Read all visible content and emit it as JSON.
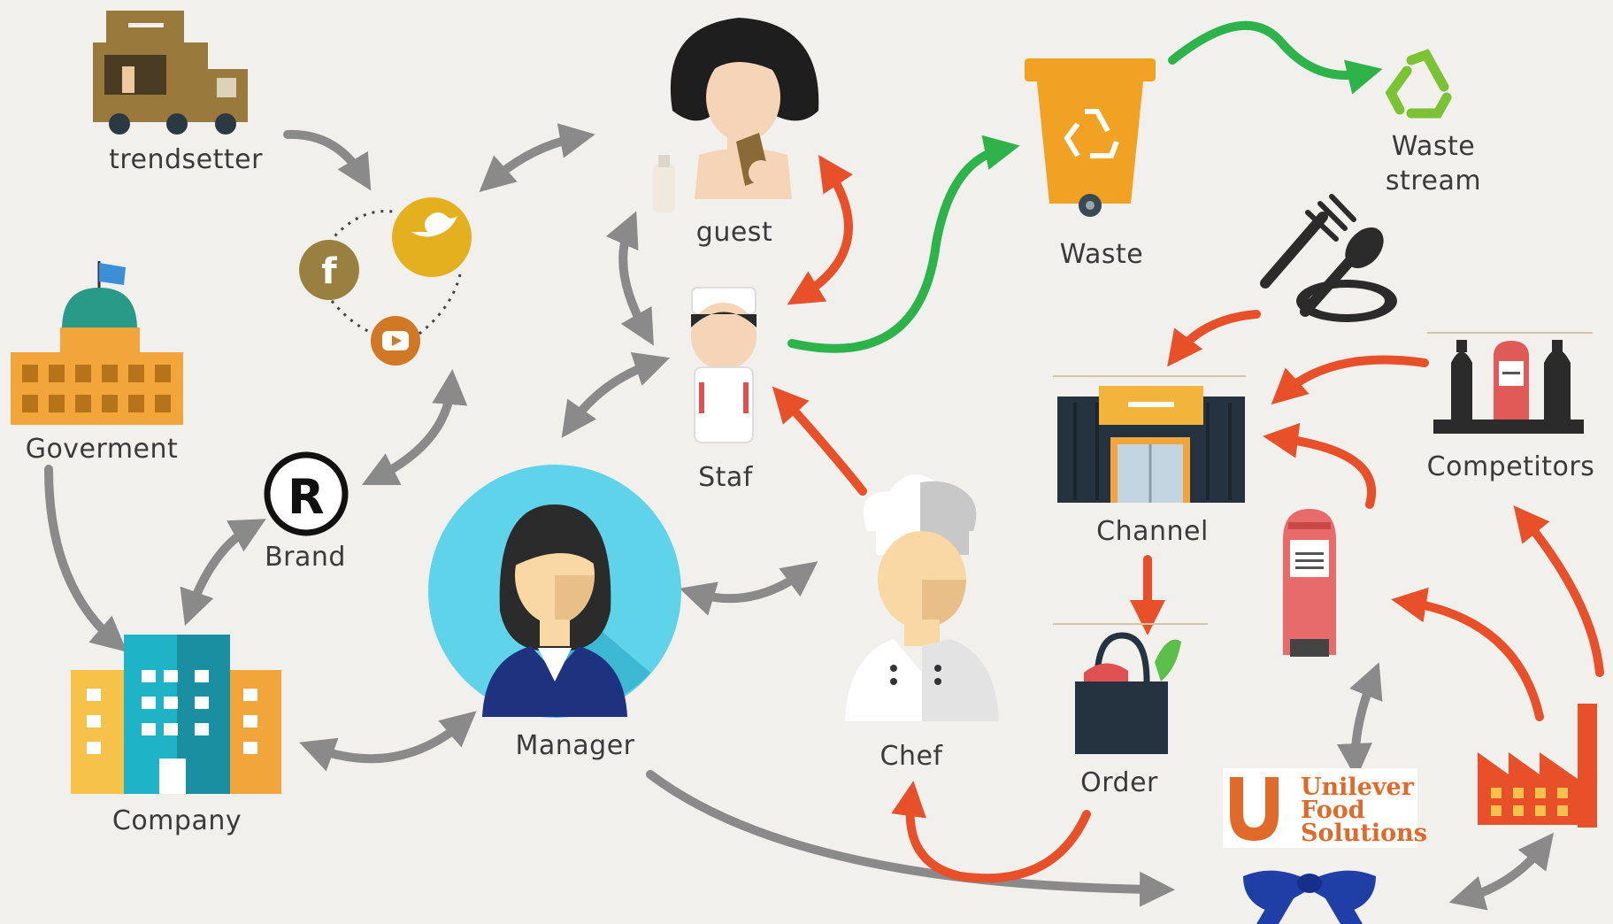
{
  "nodes": {
    "trendsetter": "trendsetter",
    "guest": "guest",
    "waste": "Waste",
    "waste_stream": [
      "Waste",
      "stream"
    ],
    "government": "Goverment",
    "brand": "Brand",
    "brand_symbol": "R",
    "staff": "Staf",
    "channel": "Channel",
    "competitors": "Competitors",
    "manager": "Manager",
    "chef": "Chef",
    "order": "Order",
    "company": "Company"
  },
  "supplier_logo": [
    "Unilever",
    "Food",
    "Solutions"
  ],
  "colors": {
    "background": "#f1f0ec",
    "grey_arrow": "#8a8a8a",
    "red_arrow": "#e8502a",
    "green_arrow": "#2db34a",
    "brand_orange": "#e06a2a"
  }
}
